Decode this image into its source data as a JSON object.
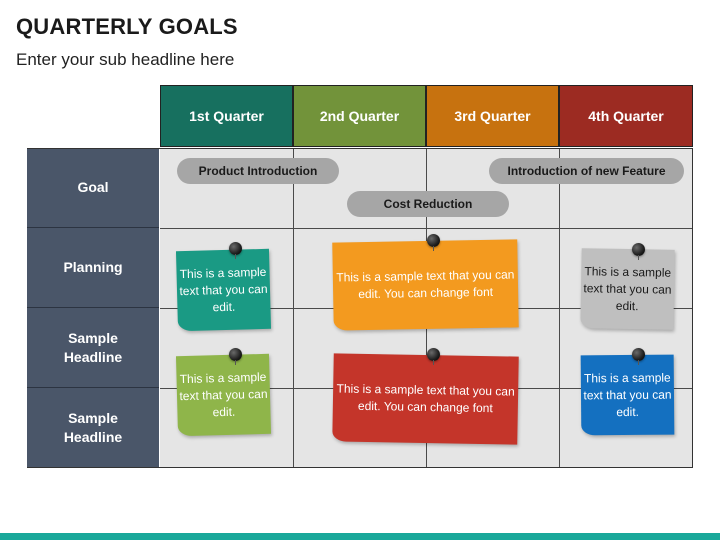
{
  "header": {
    "title": "QUARTERLY GOALS",
    "subtitle": "Enter your sub headline here"
  },
  "quarters": [
    {
      "label": "1st Quarter",
      "color": "#17705f"
    },
    {
      "label": "2nd Quarter",
      "color": "#72933a"
    },
    {
      "label": "3rd Quarter",
      "color": "#c7720f"
    },
    {
      "label": "4th Quarter",
      "color": "#9c2b22"
    }
  ],
  "rows": [
    {
      "label": "Goal"
    },
    {
      "label": "Planning"
    },
    {
      "label": "Sample Headline"
    },
    {
      "label": "Sample Headline"
    }
  ],
  "goals": [
    {
      "label": "Product Introduction"
    },
    {
      "label": "Introduction of new Feature"
    },
    {
      "label": "Cost Reduction"
    }
  ],
  "notes": {
    "planning_q1": {
      "text": "This is a sample text that you can edit.",
      "color": "#1a9a84"
    },
    "planning_q23": {
      "text": "This is a sample text that you can edit. You can change font",
      "color": "#f39a1f"
    },
    "planning_q4": {
      "text": "This is a sample text that you can edit.",
      "color": "#bfbfbf"
    },
    "sample_q1": {
      "text": "This is a sample text that you can edit.",
      "color": "#8fb54a"
    },
    "sample_q23": {
      "text": "This is a sample text that you can edit. You can change font",
      "color": "#c4352a"
    },
    "sample_q4": {
      "text": "This is a sample text that you can edit.",
      "color": "#1470c0"
    }
  },
  "accent_color": "#1aa89a"
}
